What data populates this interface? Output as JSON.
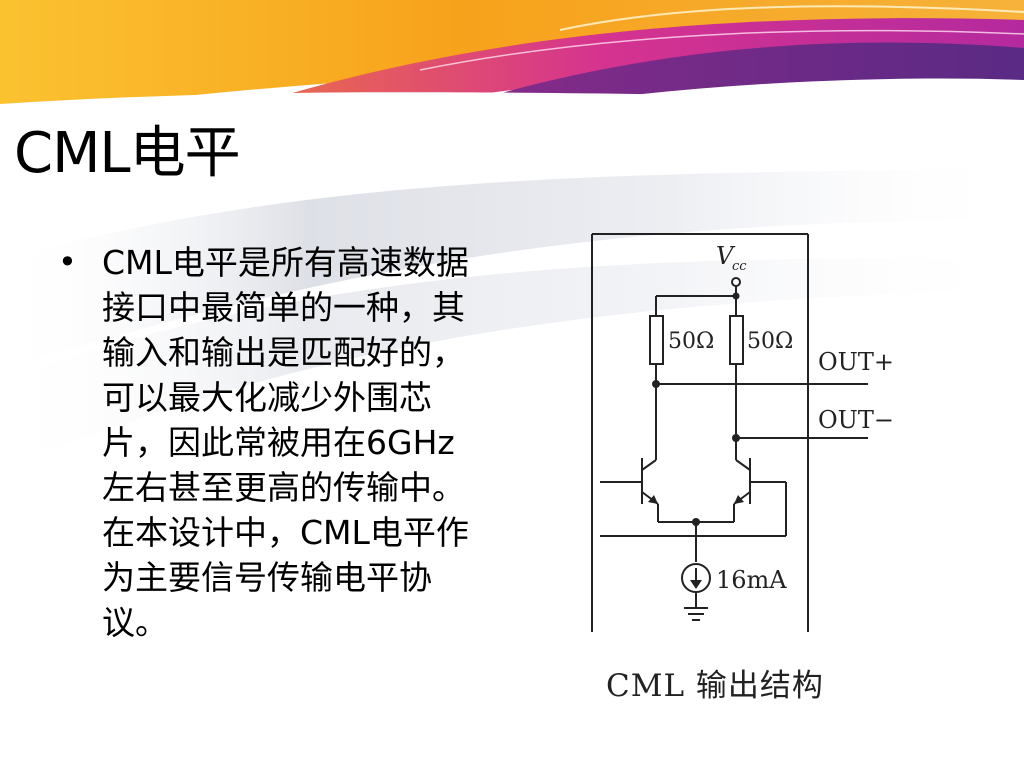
{
  "slide": {
    "title": "CML电平",
    "bullet_text": "CML电平是所有高速数据接口中最简单的一种，其输入和输出是匹配好的，可以最大化减少外围芯片，因此常被用在6GHz左右甚至更高的传输中。在本设计中，CML电平作为主要信号传输电平协议。"
  },
  "figure": {
    "caption": "CML 输出结构",
    "labels": {
      "vcc_v": "V",
      "vcc_sub": "cc",
      "resistor_left": "50Ω",
      "resistor_right": "50Ω",
      "out_plus": "OUT+",
      "out_minus": "OUT−",
      "current_source": "16mA"
    }
  },
  "colors": {
    "banner_orange": "#f7a21b",
    "banner_magenta": "#c2279a",
    "banner_purple": "#6a2a86",
    "swoosh_gray": "#c9ccd6"
  }
}
